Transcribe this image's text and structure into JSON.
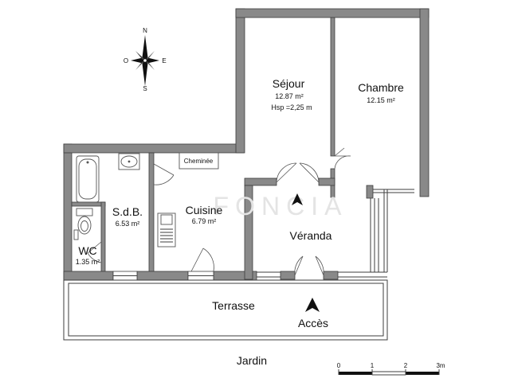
{
  "compass": {
    "north": "N",
    "south": "S",
    "east": "E",
    "west": "O"
  },
  "rooms": {
    "sejour": {
      "name": "Séjour",
      "area": "12.87 m²",
      "height": "Hsp =2,25 m"
    },
    "chambre": {
      "name": "Chambre",
      "area": "12.15 m²"
    },
    "cuisine": {
      "name": "Cuisine",
      "area": "6.79 m²",
      "fixture": "Cheminée"
    },
    "sdb": {
      "name": "S.d.B.",
      "area": "6.53 m²"
    },
    "wc": {
      "name": "WC",
      "area": "1.35 m²"
    },
    "veranda": {
      "name": "Véranda"
    },
    "terrasse": {
      "name": "Terrasse"
    },
    "jardin": {
      "name": "Jardin"
    }
  },
  "access": {
    "label": "Accès"
  },
  "watermark": "FONCIA",
  "scale": {
    "ticks": [
      "0",
      "1",
      "2",
      "3m"
    ]
  },
  "colors": {
    "wall": "#898989",
    "wall_edge": "#3d3d3d",
    "background": "#ffffff"
  }
}
